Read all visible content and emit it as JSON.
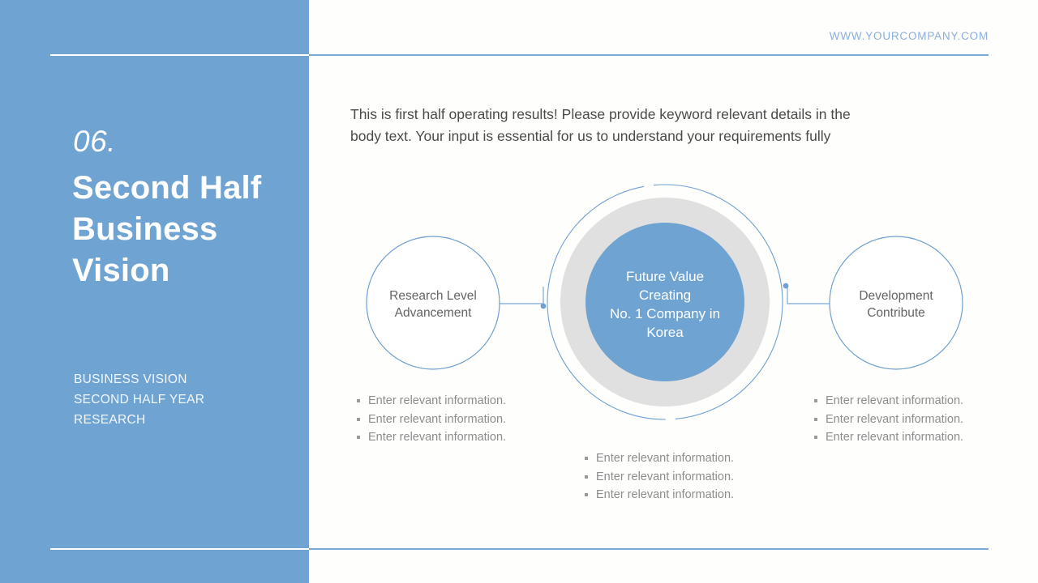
{
  "header": {
    "url": "WWW.YOURCOMPANY.COM"
  },
  "sidebar": {
    "number": "06.",
    "title": "Second Half Business Vision",
    "subtitle_lines": [
      "BUSINESS VISION",
      "SECOND HALF YEAR",
      "RESEARCH"
    ]
  },
  "main": {
    "lead_paragraph": "This is first half operating results! Please provide keyword relevant details in the body text. Your input is essential for us to understand your requirements fully"
  },
  "diagram": {
    "center_node": "Future Value Creating\nNo. 1 Company in Korea",
    "center_lines": [
      "Future Value",
      "Creating",
      "No. 1 Company in",
      "Korea"
    ],
    "left_node": "Research Level Advancement",
    "left_lines": [
      "Research Level",
      "Advancement"
    ],
    "right_node": "Development Contribute",
    "right_lines": [
      "Development",
      "Contribute"
    ]
  },
  "bullets": {
    "left": [
      "Enter relevant information.",
      "Enter relevant information.",
      "Enter relevant information."
    ],
    "center": [
      "Enter relevant information.",
      "Enter relevant information.",
      "Enter relevant information."
    ],
    "right": [
      "Enter relevant information.",
      "Enter relevant information.",
      "Enter relevant information."
    ]
  },
  "colors": {
    "panel_blue": "#6fa3d2",
    "accent_blue": "#6fa3d2",
    "ring_gray": "#e0e0e0",
    "stroke_blue": "#7ca9d6",
    "body_text": "#4a4a4a",
    "muted_text": "#8d8d8d",
    "url_text": "#8aaedb"
  }
}
